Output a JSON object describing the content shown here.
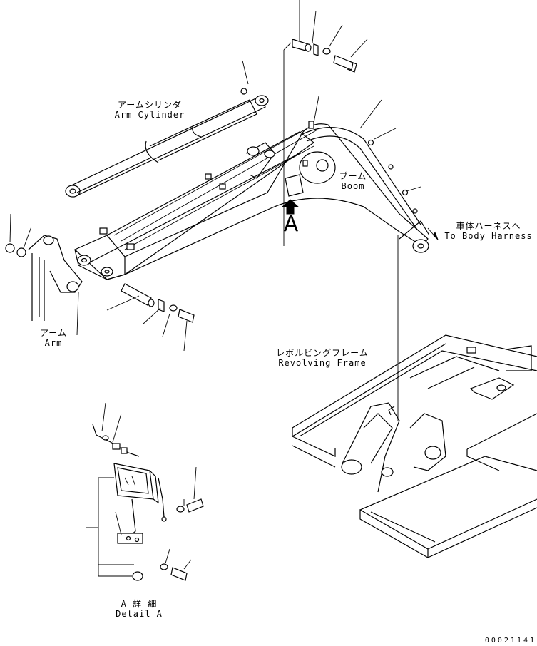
{
  "labels": {
    "arm_cylinder_jp": "アームシリンダ",
    "arm_cylinder_en": "Arm Cylinder",
    "boom_jp": "ブーム",
    "boom_en": "Boom",
    "body_harness_jp": "車体ハーネスへ",
    "body_harness_en": "To Body Harness",
    "arm_jp": "アーム",
    "arm_en": "Arm",
    "revolving_frame_jp": "レボルビングフレーム",
    "revolving_frame_en": "Revolving Frame",
    "view_marker": "A",
    "detail_jp": "A 詳 細",
    "detail_en": "Detail A",
    "drawing_code": "00021141"
  }
}
